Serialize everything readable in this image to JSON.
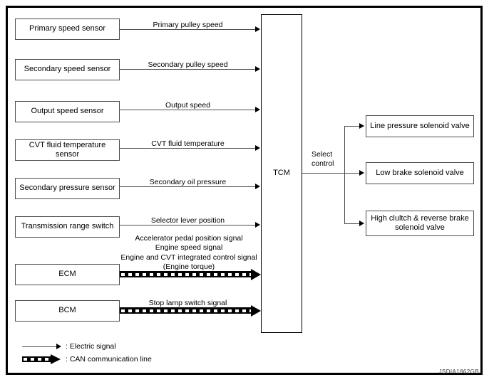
{
  "figure": {
    "id_code": "JSDIA1862GB",
    "controller": {
      "label": "TCM"
    },
    "select_control_label": "Select\ncontrol"
  },
  "inputs": [
    {
      "box_label": "Primary speed sensor",
      "signal_label": "Primary pulley speed",
      "line_type": "electric"
    },
    {
      "box_label": "Secondary speed sensor",
      "signal_label": "Secondary pulley speed",
      "line_type": "electric"
    },
    {
      "box_label": "Output speed sensor",
      "signal_label": "Output speed",
      "line_type": "electric"
    },
    {
      "box_label": "CVT fluid temperature sensor",
      "signal_label": "CVT fluid temperature",
      "line_type": "electric"
    },
    {
      "box_label": "Secondary pressure sensor",
      "signal_label": "Secondary oil pressure",
      "line_type": "electric"
    },
    {
      "box_label": "Transmission range switch",
      "signal_label": "Selector lever position",
      "line_type": "electric"
    },
    {
      "box_label": "ECM",
      "signal_label": "Accelerator pedal position signal\nEngine speed signal\nEngine and CVT integrated control signal\n(Engine torque)",
      "line_type": "can"
    },
    {
      "box_label": "BCM",
      "signal_label": "Stop lamp switch signal",
      "line_type": "can"
    }
  ],
  "outputs": [
    {
      "box_label": "Line pressure solenoid valve"
    },
    {
      "box_label": "Low brake solenoid valve"
    },
    {
      "box_label": "High clultch & reverse brake\nsolenoid valve"
    }
  ],
  "legend": [
    {
      "symbol": "electric-signal-arrow",
      "text": ": Electric signal"
    },
    {
      "symbol": "can-communication-arrow",
      "text": ": CAN communication line"
    }
  ],
  "colors": {
    "frame": "#000000",
    "box_border": "#4c4c4c",
    "line": "#4c4c4c",
    "arrow": "#000000",
    "background": "#ffffff"
  }
}
